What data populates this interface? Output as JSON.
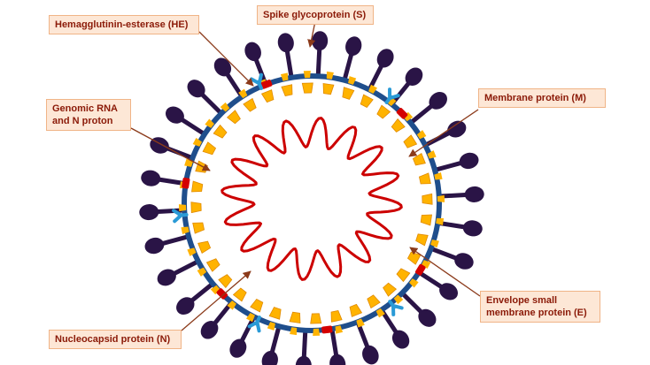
{
  "labels": {
    "he": "Hemagglutinin-esterase (HE)",
    "spike": "Spike glycoprotein (S)",
    "genomic_line1": "Genomic RNA",
    "genomic_line2": "and N proton",
    "membrane": "Membrane protein (M)",
    "envelope_line1": "Envelope small",
    "envelope_line2": "membrane protein (E)",
    "nucleocapsid": "Nucleocapsid protein (N)"
  },
  "colors": {
    "envelope_ring": "#1f4e8c",
    "spike": "#2a1446",
    "membrane_protein": "#ffb300",
    "envelope_protein": "#d40000",
    "hemagglutinin_esterase": "#2a9ad6",
    "rna": "#cc0000",
    "label_fill": "#fde7d6",
    "label_border": "#f0b487",
    "label_text": "#8b1a08",
    "arrow": "#8b3a1a"
  }
}
